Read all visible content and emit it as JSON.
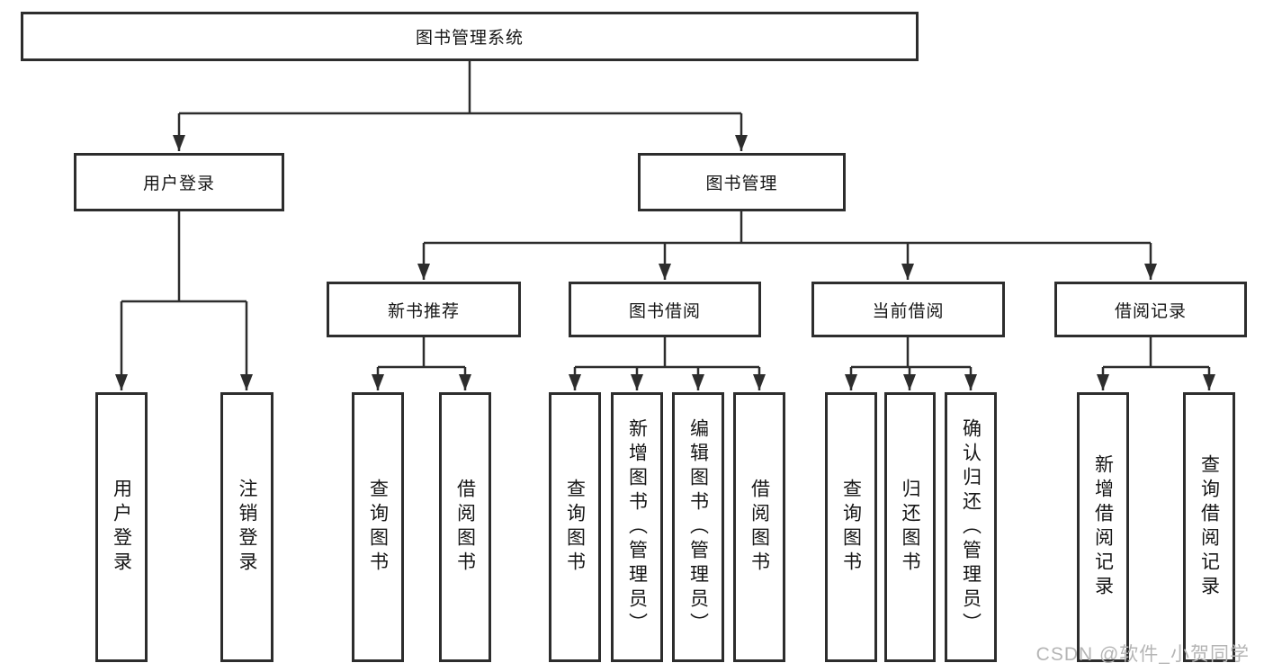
{
  "tree": {
    "root": {
      "label": "图书管理系统",
      "children": [
        {
          "label": "用户登录",
          "children": [
            {
              "label": "用户登录"
            },
            {
              "label": "注销登录"
            }
          ]
        },
        {
          "label": "图书管理",
          "children": [
            {
              "label": "新书推荐",
              "children": [
                {
                  "label": "查询图书"
                },
                {
                  "label": "借阅图书"
                }
              ]
            },
            {
              "label": "图书借阅",
              "children": [
                {
                  "label": "查询图书"
                },
                {
                  "label": "新增图书（管理员）"
                },
                {
                  "label": "编辑图书（管理员）"
                },
                {
                  "label": "借阅图书"
                }
              ]
            },
            {
              "label": "当前借阅",
              "children": [
                {
                  "label": "查询图书"
                },
                {
                  "label": "归还图书"
                },
                {
                  "label": "确认归还（管理员）"
                }
              ]
            },
            {
              "label": "借阅记录",
              "children": [
                {
                  "label": "新增借阅记录"
                },
                {
                  "label": "查询借阅记录"
                }
              ]
            }
          ]
        }
      ]
    }
  },
  "watermark": {
    "text": "CSDN @软件_小贺同学"
  },
  "colors": {
    "line": "#2d2d2d",
    "box_fill": "#ffffff",
    "text": "#161616",
    "watermark": "#b5b5b5"
  }
}
